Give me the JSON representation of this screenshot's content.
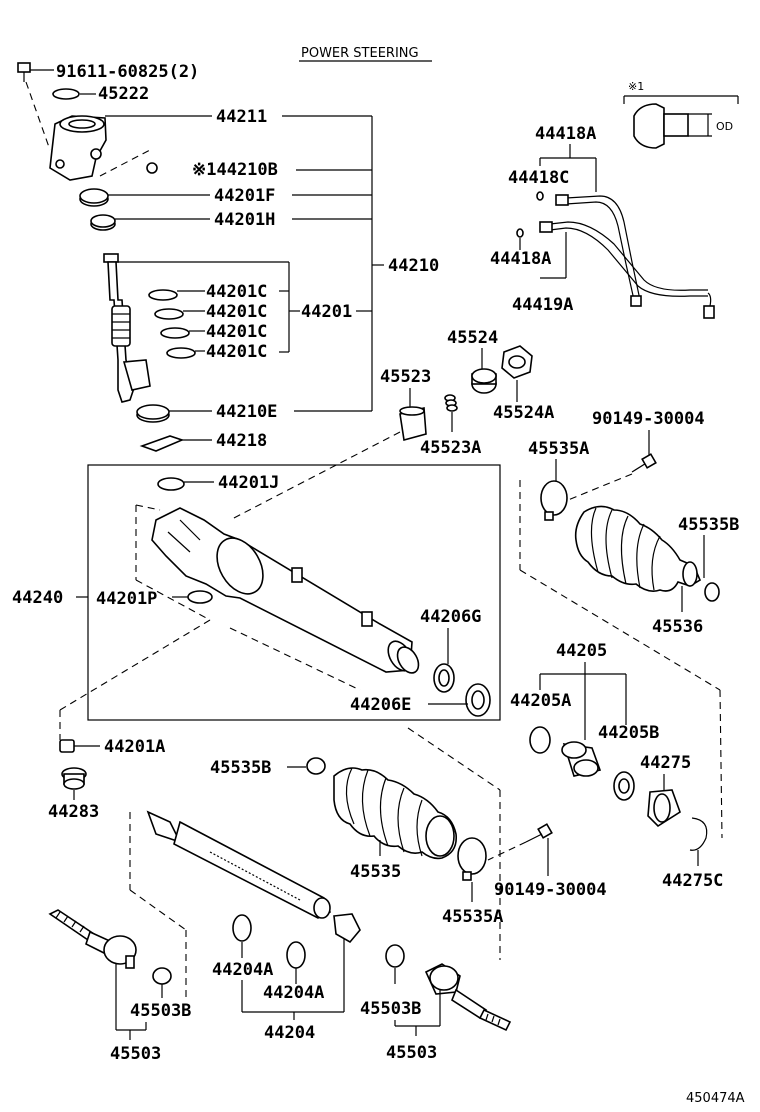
{
  "title": "POWER STEERING",
  "figure_number": "450474A",
  "note_mark": "※1",
  "note_dim": "OD",
  "labels": {
    "p91611": "91611-60825(2)",
    "p45222": "45222",
    "p44211": "44211",
    "p44210B": "※144210B",
    "p44201F": "44201F",
    "p44201H": "44201H",
    "p44210": "44210",
    "p44201C_1": "44201C",
    "p44201C_2": "44201C",
    "p44201C_3": "44201C",
    "p44201C_4": "44201C",
    "p44201": "44201",
    "p44210E": "44210E",
    "p44218": "44218",
    "p44418A": "44418A",
    "p44418C": "44418C",
    "p44418A_2": "44418A",
    "p44419A": "44419A",
    "p45524": "45524",
    "p45523": "45523",
    "p45524A": "45524A",
    "p45523A": "45523A",
    "p90149_top": "90149-30004",
    "p45535A_top": "45535A",
    "p45535B_top": "45535B",
    "p45536": "45536",
    "p44201J": "44201J",
    "p44240": "44240",
    "p44201P": "44201P",
    "p44206G": "44206G",
    "p44206E": "44206E",
    "p44205": "44205",
    "p44205A": "44205A",
    "p44205B": "44205B",
    "p44275": "44275",
    "p44275C": "44275C",
    "p44201A": "44201A",
    "p44283": "44283",
    "p45535B_bot": "45535B",
    "p45535": "45535",
    "p90149_bot": "90149-30004",
    "p45535A_bot": "45535A",
    "p44204A_1": "44204A",
    "p44204A_2": "44204A",
    "p44204": "44204",
    "p45503B_l": "45503B",
    "p45503_l": "45503",
    "p45503B_r": "45503B",
    "p45503_r": "45503"
  }
}
